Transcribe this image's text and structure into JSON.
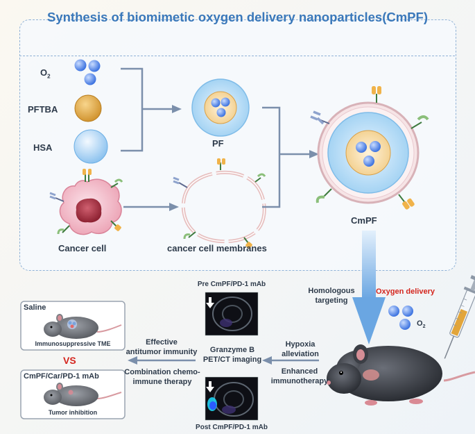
{
  "title": "Synthesis of biomimetic oxygen delivery nanoparticles(CmPF)",
  "components": {
    "o2": "O",
    "o2_sub": "2",
    "pftba": "PFTBA",
    "hsa": "HSA",
    "pf": "PF",
    "cancer_cell": "Cancer cell",
    "membranes": "cancer cell membranes",
    "cmpf": "CmPF"
  },
  "flow": {
    "homologous": "Homologous\ntargeting",
    "oxygen_delivery": "Oxygen delivery",
    "o2_label": "O",
    "o2_label_sub": "2",
    "hypoxia": "Hypoxia\nalleviation",
    "enhanced": "Enhanced\nimmunotherapy",
    "granzyme": "Granzyme B\nPET/CT imaging",
    "pre": "Pre CmPF/PD-1 mAb",
    "post": "Post CmPF/PD-1 mAb",
    "effective": "Effective\nantitumor immunity",
    "combination": "Combination chemo-\nimmune therapy"
  },
  "outcomes": {
    "saline": "Saline",
    "saline_caption": "Immunosuppressive TME",
    "vs": "VS",
    "treated": "CmPF/Car/PD-1 mAb",
    "treated_caption": "Tumor inhibition"
  },
  "colors": {
    "title": "#3a78ba",
    "arrow": "#7b8fab",
    "oxygen_text": "#d4251d",
    "big_arrow": "#7fb3e6"
  }
}
